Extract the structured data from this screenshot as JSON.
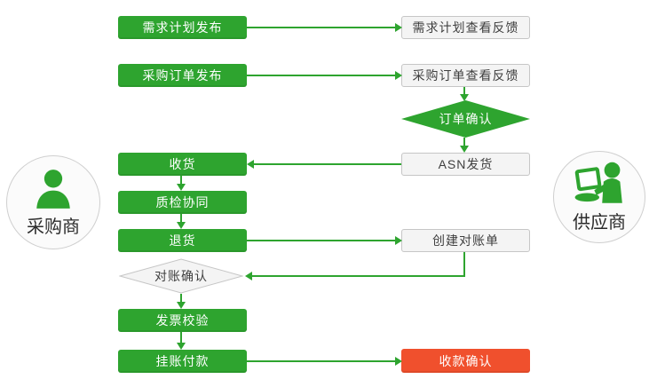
{
  "colors": {
    "green": "#2ea42f",
    "red": "#f0502d",
    "light-fill": "#f4f4f4",
    "light-border": "#c6c6c6",
    "dark-text": "#3f3f3f",
    "circle-fill": "#fbfbfb",
    "circle-border": "#cfcfcf"
  },
  "actors": {
    "buyer": {
      "label": "采购商",
      "icon": "person-icon"
    },
    "supplier": {
      "label": "供应商",
      "icon": "person-laptop-icon"
    }
  },
  "buyer_lane": [
    {
      "label": "需求计划发布",
      "type": "process"
    },
    {
      "label": "采购订单发布",
      "type": "process"
    },
    {
      "label": "收货",
      "type": "process"
    },
    {
      "label": "质检协同",
      "type": "process"
    },
    {
      "label": "退货",
      "type": "process"
    },
    {
      "label": "对账确认",
      "type": "decision"
    },
    {
      "label": "发票校验",
      "type": "process"
    },
    {
      "label": "挂账付款",
      "type": "process"
    }
  ],
  "supplier_lane": [
    {
      "label": "需求计划查看反馈",
      "type": "feedback"
    },
    {
      "label": "采购订单查看反馈",
      "type": "feedback"
    },
    {
      "label": "订单确认",
      "type": "decision"
    },
    {
      "label": "ASN发货",
      "type": "feedback"
    },
    {
      "label": "创建对账单",
      "type": "feedback"
    },
    {
      "label": "收款确认",
      "type": "highlight"
    }
  ]
}
